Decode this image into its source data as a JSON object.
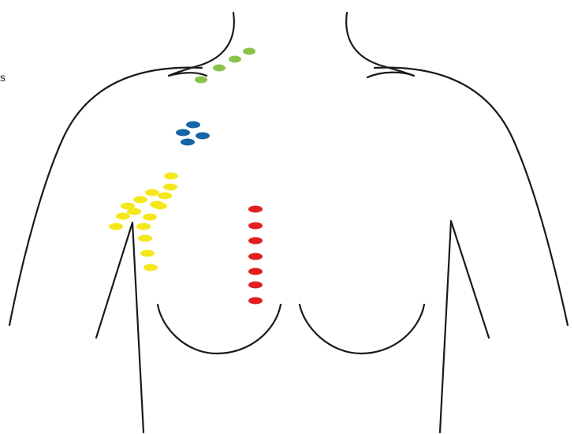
{
  "figure": {
    "edge_mark": "s",
    "colors": {
      "outline": "#1a1a1a",
      "green": "#8bc34a",
      "blue": "#1565a8",
      "yellow": "#f4e81c",
      "red": "#e02020"
    },
    "marker_groups": [
      {
        "group": "green",
        "count": 4
      },
      {
        "group": "blue",
        "count": 4
      },
      {
        "group": "yellow",
        "count": 16
      },
      {
        "group": "red",
        "count": 7
      }
    ]
  }
}
